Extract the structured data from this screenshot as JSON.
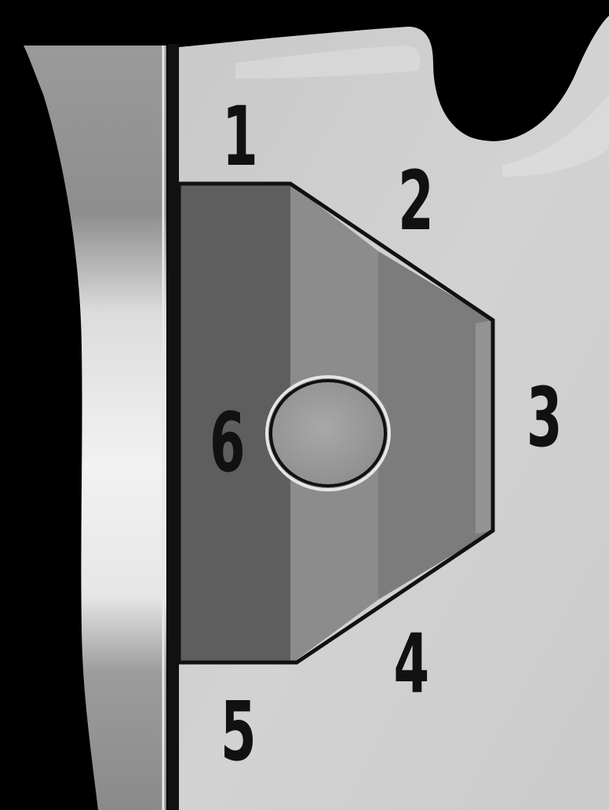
{
  "labels": {
    "region_1": "1",
    "region_2": "2",
    "region_3": "3",
    "region_4": "4",
    "region_5": "5",
    "region_6": "6"
  },
  "colors": {
    "background": "#000000",
    "bone_light": "#cfcfcf",
    "vertical_strip": "#bdbdbd",
    "dark_face": "#5c5c5c",
    "mid_face": "#8a8a8a",
    "right_face": "#7c7c7c",
    "outline": "#111111",
    "oval_fill": "#a0a0a0",
    "label_color": "#111111"
  }
}
